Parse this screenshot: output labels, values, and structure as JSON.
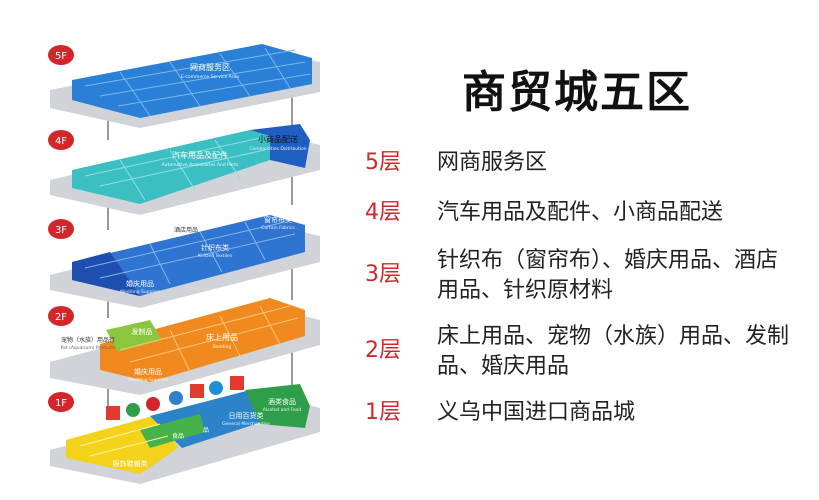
{
  "title": "商贸城五区",
  "colors": {
    "accent": "#d3262b",
    "floor5": "#2a7fd6",
    "floor4": "#3bbfc2",
    "floor3": "#2f74d0",
    "floor2": "#f08a1e",
    "floor1_yellow": "#f2d21b",
    "floor1_green": "#2e9e4a",
    "floor1_blue": "#2d83c9"
  },
  "legend": [
    {
      "floor": "5层",
      "desc": "网商服务区"
    },
    {
      "floor": "4层",
      "desc": "汽车用品及配件、小商品配送"
    },
    {
      "floor": "3层",
      "desc": "针织布（窗帘布）、婚庆用品、酒店用品、针织原材料"
    },
    {
      "floor": "2层",
      "desc": "床上用品、宠物（水族）用品、发制品、婚庆用品"
    },
    {
      "floor": "1层",
      "desc": "义乌中国进口商品城"
    }
  ],
  "badges": [
    "5F",
    "4F",
    "3F",
    "2F",
    "1F"
  ],
  "zones": {
    "f5_main": "网商服务区",
    "f5_main_en": "E-commerce Service Area",
    "f4_main": "汽车用品及配件",
    "f4_main_en": "Automotive Accessories And Parts",
    "f4_side": "小商品配送",
    "f4_side_en": "Commodities Distribution",
    "f3_hotel": "酒店用品",
    "f3_knit": "针织布类",
    "f3_knit_en": "Knitted Textiles",
    "f3_curtain": "窗帘布类",
    "f3_curtain_en": "Curtain Fabrics",
    "f3_wedding": "婚庆用品",
    "f3_wedding_en": "Wedding Supplies",
    "f2_pet": "宠物（水族）用品行",
    "f2_pet_en": "Pet (Aquarium) Products",
    "f2_hair": "发制品",
    "f2_bed": "床上用品",
    "f2_bed_en": "Bedding",
    "f2_wedding": "婚庆用品",
    "f2_wedding_en": "Wedding Supplies",
    "f1_daily": "日用百货类",
    "f1_daily_en": "General Merchandise",
    "f1_wine": "酒类食品",
    "f1_wine_en": "Alcohol and Food",
    "f1_food": "食品",
    "f1_service": "品",
    "f1_clothes": "服饰鞋帽类"
  }
}
